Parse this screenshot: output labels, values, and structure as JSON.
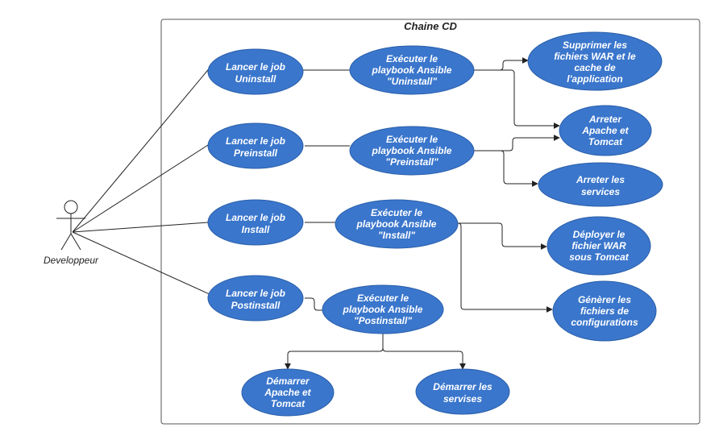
{
  "diagram": {
    "system_title": "Chaine CD",
    "actor_label": "Developpeur",
    "colors": {
      "node_fill": "#3a76cc",
      "node_stroke": "#2a5ea8",
      "line": "#222222"
    },
    "nodes": {
      "uc_uninstall": [
        "Lancer le job",
        "Uninstall"
      ],
      "uc_preinstall": [
        "Lancer le job",
        "Preinstall"
      ],
      "uc_install": [
        "Lancer le job",
        "Install"
      ],
      "uc_postinstall": [
        "Lancer le job",
        "Postinstall"
      ],
      "pb_uninstall": [
        "Exécuter le",
        "playbook Ansible",
        "\"Uninstall\""
      ],
      "pb_preinstall": [
        "Exécuter le",
        "playbook Ansible",
        "\"Preinstall\""
      ],
      "pb_install": [
        "Exécuter le",
        "playbook Ansible",
        "\"Install\""
      ],
      "pb_postinstall": [
        "Exécuter le",
        "playbook Ansible",
        "\"Postinstall\""
      ],
      "supprimer": [
        "Supprimer les",
        "fichiers WAR et le",
        "cache de",
        "l'application"
      ],
      "arreter_apache": [
        "Arreter",
        "Apache et",
        "Tomcat"
      ],
      "arreter_services": [
        "Arreter les",
        "services"
      ],
      "deployer": [
        "Déployer le",
        "fichier WAR",
        "sous Tomcat"
      ],
      "generer": [
        "Génèrer les",
        "fichiers de",
        "configurations"
      ],
      "demarrer_apache": [
        "Démarrer",
        "Apache et",
        "Tomcat"
      ],
      "demarrer_services": [
        "Démarrer les",
        "servises"
      ]
    }
  }
}
